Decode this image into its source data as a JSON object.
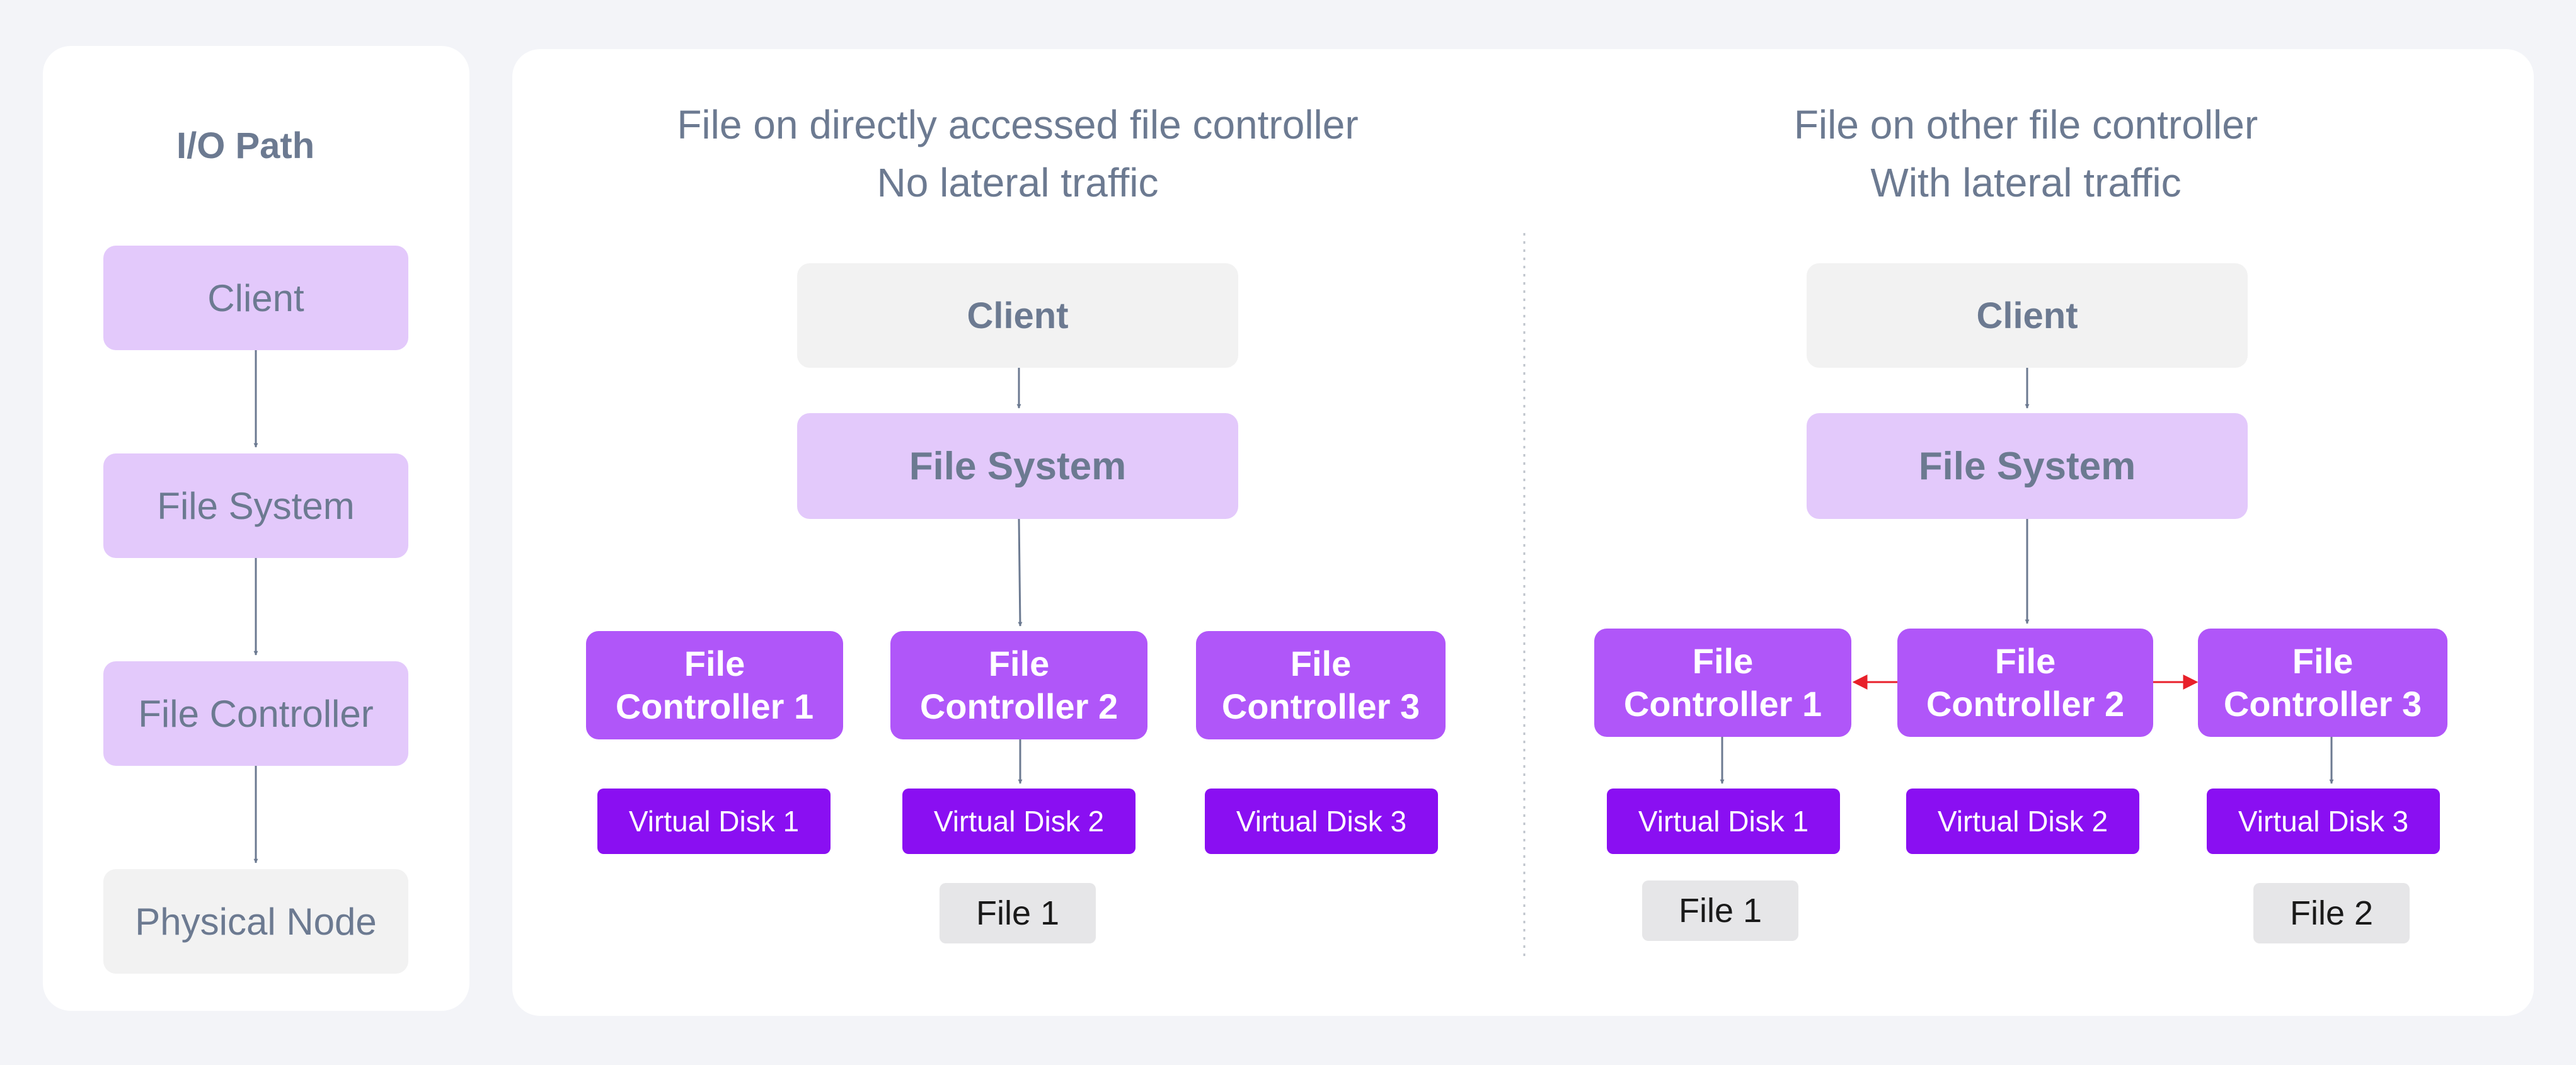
{
  "io_path": {
    "title": "I/O Path",
    "steps": [
      "Client",
      "File System",
      "File Controller",
      "Physical Node"
    ]
  },
  "scenario_direct": {
    "heading_line1": "File on directly accessed file controller",
    "heading_line2": "No lateral traffic",
    "client": "Client",
    "file_system": "File System",
    "controllers": [
      {
        "line1": "File",
        "line2": "Controller 1"
      },
      {
        "line1": "File",
        "line2": "Controller 2"
      },
      {
        "line1": "File",
        "line2": "Controller 3"
      }
    ],
    "disks": [
      "Virtual Disk 1",
      "Virtual Disk 2",
      "Virtual Disk 3"
    ],
    "files": [
      "File 1"
    ]
  },
  "scenario_lateral": {
    "heading_line1": "File on other file controller",
    "heading_line2": "With lateral traffic",
    "client": "Client",
    "file_system": "File System",
    "controllers": [
      {
        "line1": "File",
        "line2": "Controller 1"
      },
      {
        "line1": "File",
        "line2": "Controller 2"
      },
      {
        "line1": "File",
        "line2": "Controller 3"
      }
    ],
    "disks": [
      "Virtual Disk 1",
      "Virtual Disk 2",
      "Virtual Disk 3"
    ],
    "files": [
      "File 1",
      "File 2"
    ]
  },
  "colors": {
    "background": "#f3f4f8",
    "panel": "#ffffff",
    "light_purple": "#e3c9fb",
    "light_gray": "#f2f2f2",
    "controller_purple": "#b056f9",
    "disk_purple": "#8a0ff2",
    "file_tag_gray": "#e6e6e8",
    "text_slate": "#6c7a91",
    "arrow_slate": "#6c7a91",
    "lateral_arrow_red": "#e8202a"
  }
}
